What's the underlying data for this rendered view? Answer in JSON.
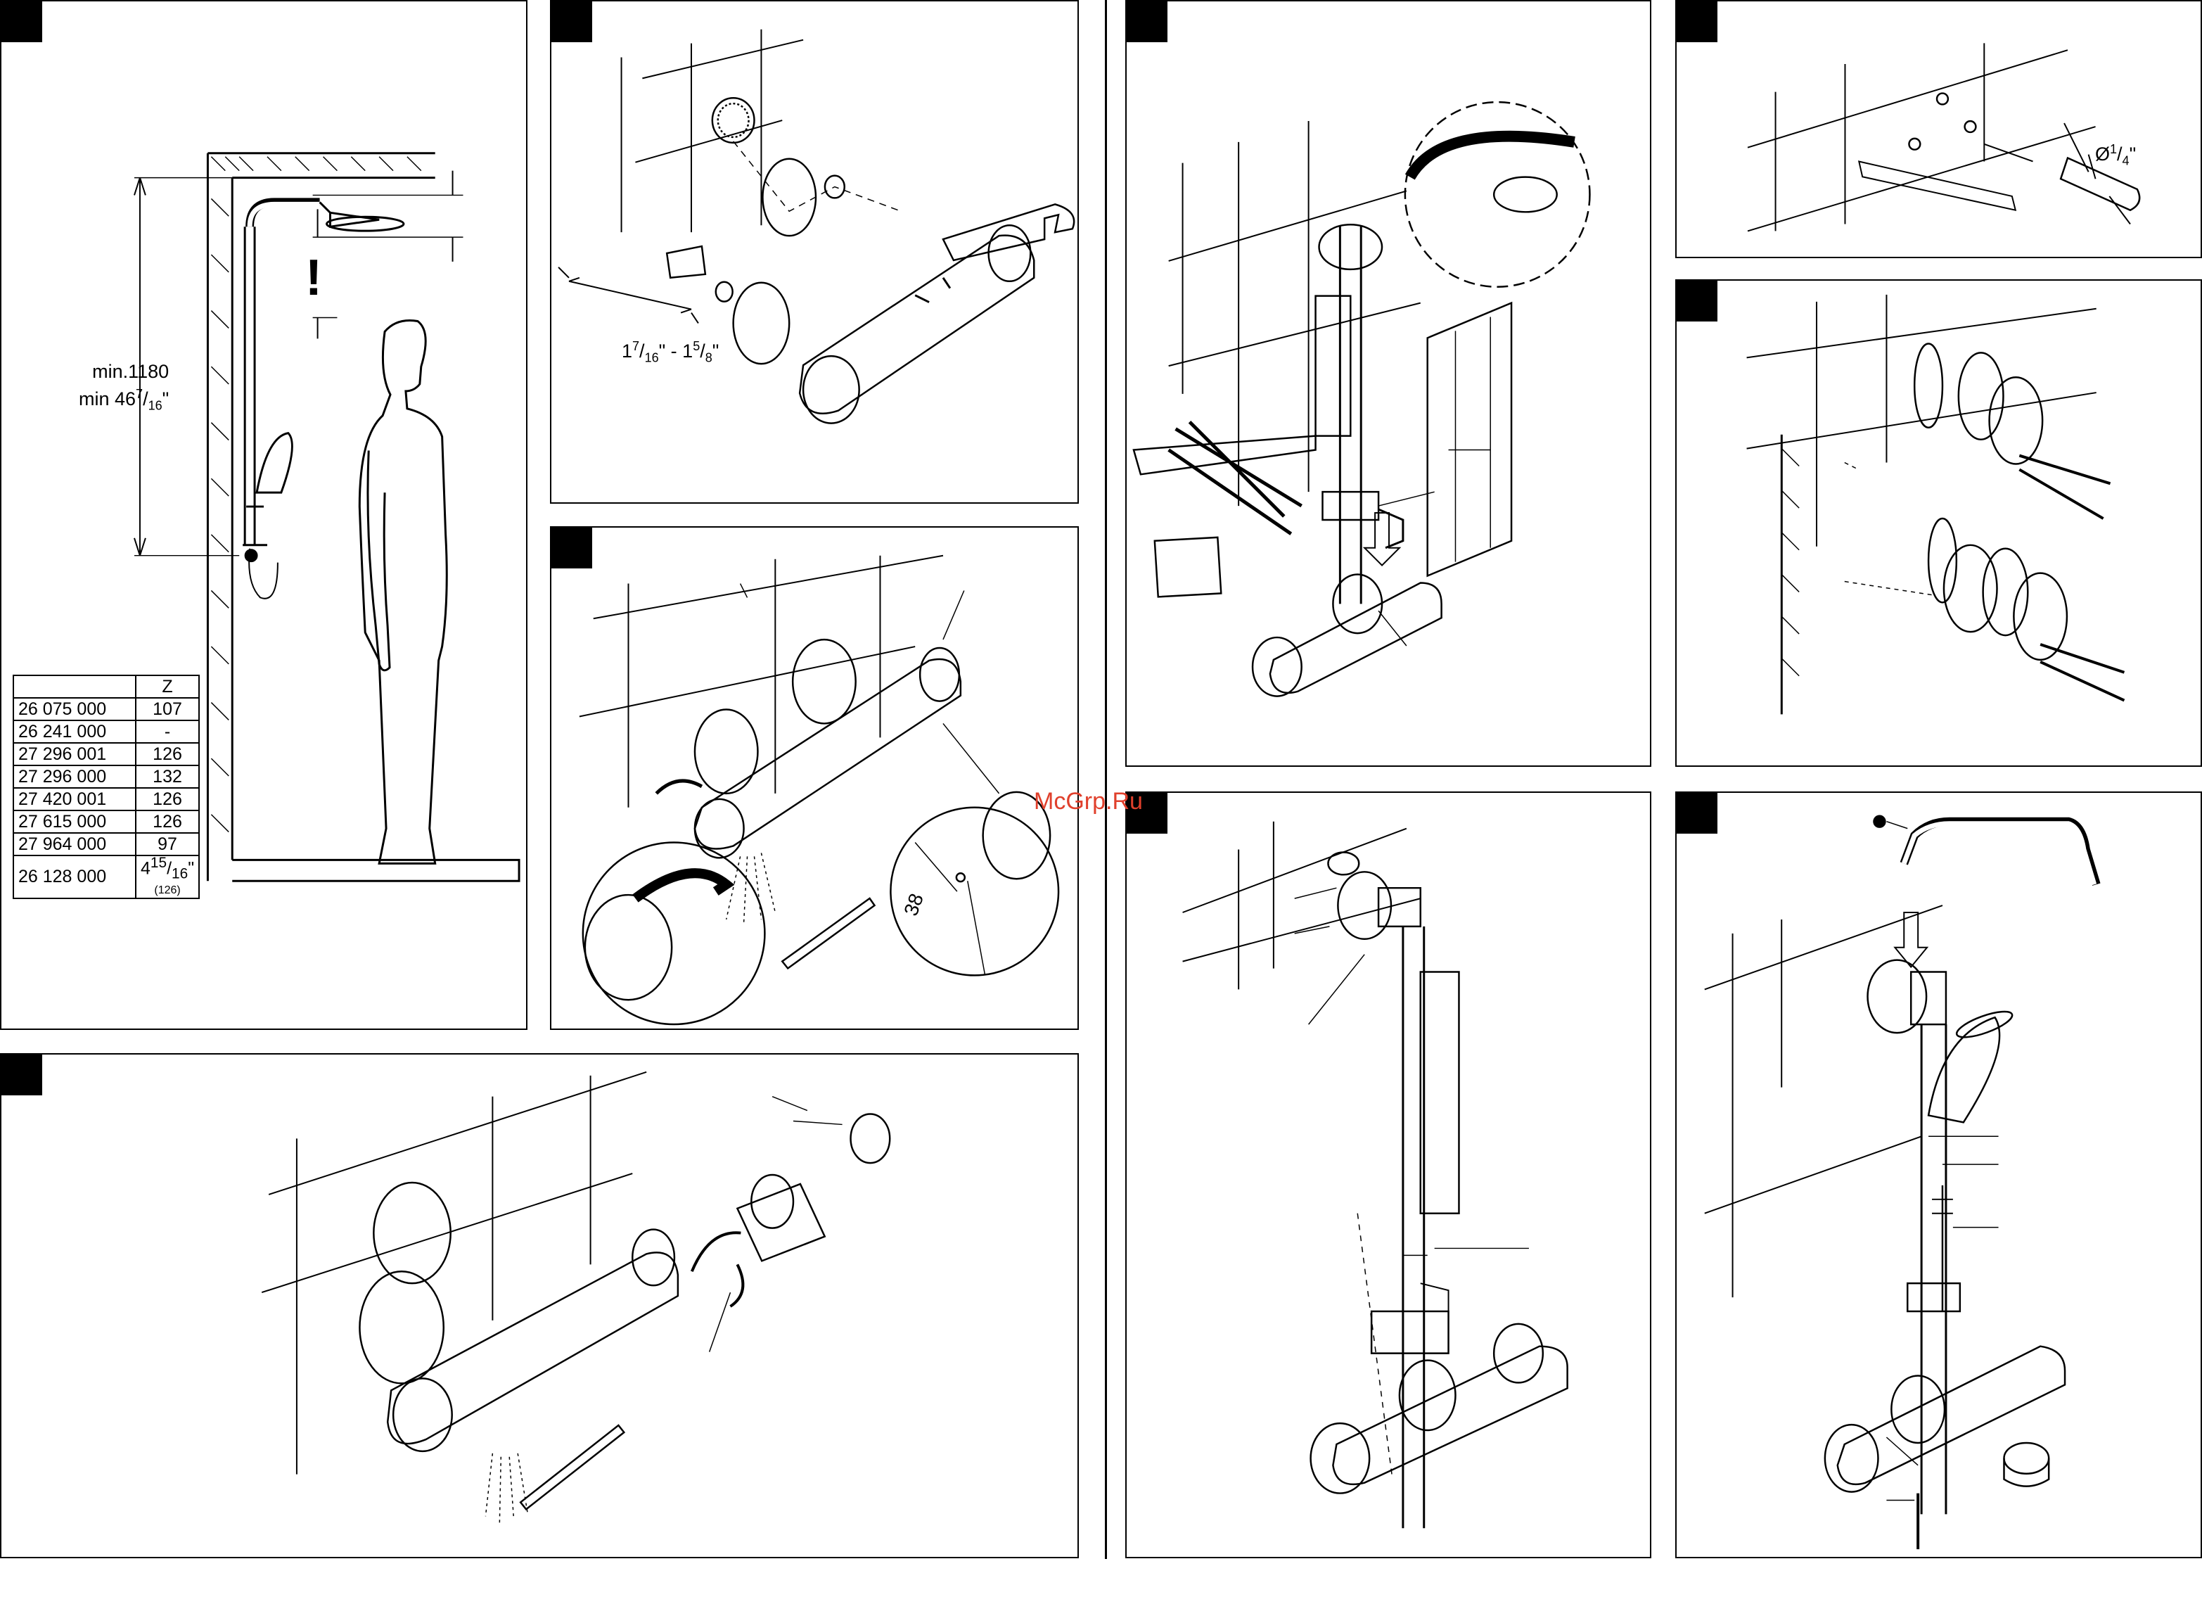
{
  "panel1": {
    "dim_mm": "min.1180",
    "dim_in_prefix": "min 46",
    "dim_in_num": "7",
    "dim_in_den": "16",
    "dim_in_suffix": "\"",
    "warning_mark": "!",
    "table": {
      "header_model": "",
      "header_z": "Z",
      "rows": [
        {
          "model": "26 075 000",
          "z": "107"
        },
        {
          "model": "26 241 000",
          "z": "-"
        },
        {
          "model": "27 296 001",
          "z": "126"
        },
        {
          "model": "27 296 000",
          "z": "132"
        },
        {
          "model": "27 420 001",
          "z": "126"
        },
        {
          "model": "27 615 000",
          "z": "126"
        },
        {
          "model": "27 964 000",
          "z": "97"
        },
        {
          "model": "26 128 000",
          "z_main": "4",
          "z_num": "15",
          "z_den": "16",
          "z_suffix": "\"",
          "z_sub": "(126)"
        }
      ]
    }
  },
  "panel2": {
    "range_a_whole": "1",
    "range_a_num": "7",
    "range_a_den": "16",
    "range_sep": "\" - 1",
    "range_b_num": "5",
    "range_b_den": "8",
    "range_suffix": "\""
  },
  "panel3": {
    "temp_mark": "38"
  },
  "panel_drill": {
    "diameter_prefix": "Ø",
    "diameter_num": "1",
    "diameter_den": "4",
    "diameter_suffix": "\""
  },
  "watermark": "McGrp.Ru"
}
